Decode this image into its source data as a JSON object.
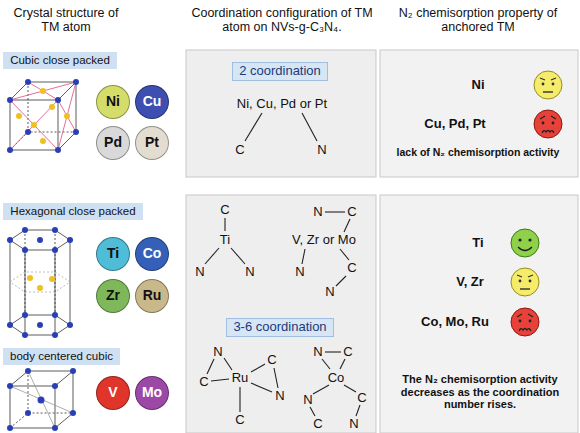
{
  "diagram": {
    "nodes": [
      {
        "text": [
          "Cubic close packed"
        ]
      },
      {
        "text": [
          "Ni"
        ]
      },
      {
        "text": [
          "Cu"
        ]
      },
      {
        "text": [
          "Pd"
        ]
      },
      {
        "text": [
          "Pt"
        ]
      },
      {
        "text": [
          "Hexagonal close packed"
        ]
      },
      {
        "text": [
          "Ti"
        ]
      },
      {
        "text": [
          "Co"
        ]
      },
      {
        "text": [
          "Zr"
        ]
      },
      {
        "text": [
          "Ru"
        ]
      },
      {
        "text": [
          "body centered cubic"
        ]
      },
      {
        "text": [
          "V"
        ]
      },
      {
        "text": [
          "Mo"
        ]
      },
      {
        "text": [
          "2 coordination"
        ]
      },
      {
        "text": [
          "3-6 coordination"
        ]
      }
    ],
    "labels": [
      "Crystal structure of TM atom",
      "Coordination configuration of TM atom on NVs-g-C₃N₄.",
      "N₂ chemisorption property of anchored TM",
      "Ni, Cu, Pd or Pt",
      "C",
      "N",
      "C",
      "Ti",
      "N",
      "N",
      "N",
      "C",
      "V, Zr or Mo",
      "N",
      "C",
      "N",
      "N",
      "C",
      "Ru",
      "C",
      "N",
      "C",
      "N",
      "C",
      "Co",
      "N",
      "C",
      "C",
      "N",
      "Ni",
      "Cu, Pd, Pt",
      "lack of N₂ chemisorption activity",
      "Ti",
      "V, Zr",
      "Co, Mo, Ru",
      "The N₂ chemisorption activity decreases as the coordination number rises."
    ]
  }
}
